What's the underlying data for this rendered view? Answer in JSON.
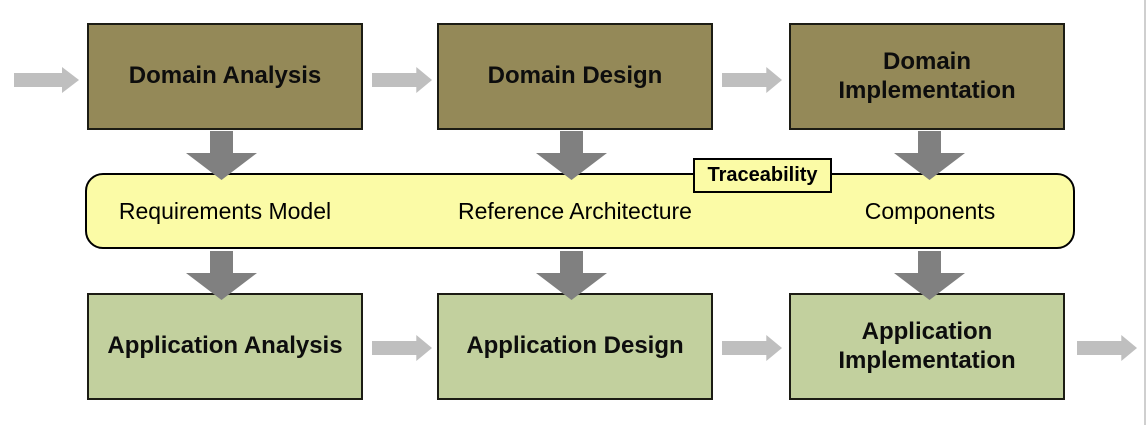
{
  "colors": {
    "box_top_fill": "#948958",
    "box_bottom_fill": "#C2D09E",
    "band_fill": "#FBFBA6",
    "arrow_dark": "#808080",
    "arrow_light": "#BFBFBF",
    "page_edge": "#CFCFCF"
  },
  "diagram": {
    "domain_row": [
      {
        "label": "Domain Analysis"
      },
      {
        "label": "Domain Design"
      },
      {
        "label": "Domain Implementation"
      }
    ],
    "artifact_band": {
      "tag": "Traceability",
      "items": [
        {
          "label": "Requirements Model"
        },
        {
          "label": "Reference Architecture"
        },
        {
          "label": "Components"
        }
      ]
    },
    "application_row": [
      {
        "label": "Application Analysis"
      },
      {
        "label": "Application Design"
      },
      {
        "label": "Application Implementation"
      }
    ]
  }
}
